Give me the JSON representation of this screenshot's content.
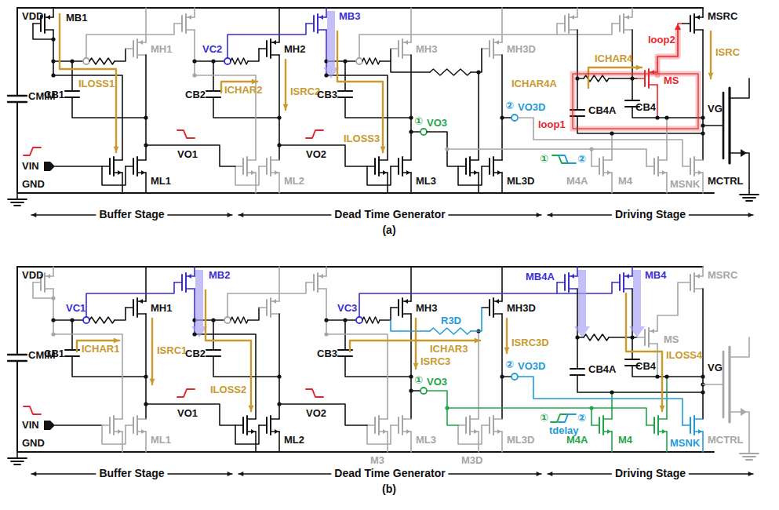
{
  "diagram": {
    "labels": [
      "VDD",
      "MB1",
      "CMIM",
      "GND",
      "ILOSS1",
      "CB1",
      "VIN",
      "ML1",
      "MH1",
      "VO1",
      "CB2",
      "VC2",
      "MH2",
      "ICHAR2",
      "ML2",
      "MB3",
      "ISRC2",
      "CB3",
      "ILOSS3",
      "VO2",
      "MH3",
      "ML3",
      "①",
      "VO3",
      "②",
      "VO3D",
      "MH3D",
      "ML3D",
      "①",
      "②",
      "ICHAR4A",
      "ICHAR4",
      "MS",
      "loop2",
      "loop1",
      "CB4A",
      "CB4",
      "VG",
      "MSRC",
      "ISRC",
      "MCTRL",
      "M4A",
      "M4",
      "MSNK",
      "Buffer Stage",
      "Dead Time Generator",
      "Driving Stage",
      "(a)",
      "VDD",
      "VC1",
      "MH1",
      "MB2",
      "CMIM",
      "CB1",
      "ICHAR1",
      "ISRC1",
      "CB2",
      "ILOSS2",
      "VIN",
      "ML1",
      "VO1",
      "ML2",
      "VO2",
      "VC3",
      "MH3",
      "R3D",
      "MH3D",
      "CB3",
      "ICHAR3",
      "ISRC3",
      "ISRC3D",
      "①",
      "VO3",
      "②",
      "VO3D",
      "M3",
      "ML3",
      "M3D",
      "ML3D",
      "MB4A",
      "MB4",
      "MS",
      "MSRC",
      "CB4A",
      "CB4",
      "VG",
      "MCTRL",
      "①",
      "tdelay",
      "②",
      "ILOSS4",
      "M4A",
      "M4",
      "MSNK",
      "GND",
      "Buffer Stage",
      "Dead Time Generator",
      "Driving Stage",
      "(b)"
    ]
  }
}
